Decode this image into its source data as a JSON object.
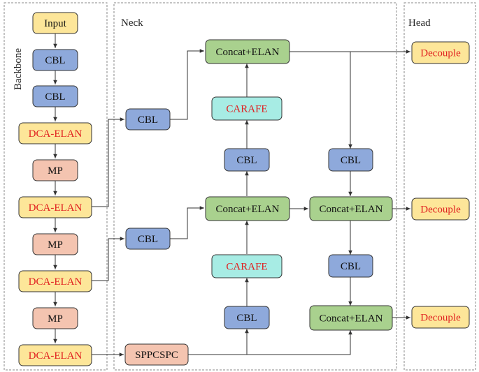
{
  "sections": {
    "backbone": "Backbone",
    "neck": "Neck",
    "head": "Head"
  },
  "colors": {
    "yellow": "#fde699",
    "blue": "#8ea9db",
    "salmon": "#f4c4b0",
    "green": "#a9d18e",
    "cyan": "#a7ece4",
    "red_text": "#e02020",
    "black_text": "#111111",
    "stroke": "#333333"
  },
  "nodes": {
    "input": "Input",
    "bb_cbl1": "CBL",
    "bb_cbl2": "CBL",
    "bb_dca1": "DCA-ELAN",
    "bb_mp1": "MP",
    "bb_dca2": "DCA-ELAN",
    "bb_mp2": "MP",
    "bb_dca3": "DCA-ELAN",
    "bb_mp3": "MP",
    "bb_dca4": "DCA-ELAN",
    "nk_cbl_a": "CBL",
    "nk_cbl_b": "CBL",
    "sppcspc": "SPPCSPC",
    "concat_top": "Concat+ELAN",
    "carafe_top": "CARAFE",
    "cbl_mid_up": "CBL",
    "concat_mid": "Concat+ELAN",
    "carafe_bot": "CARAFE",
    "cbl_low_up": "CBL",
    "cbl_right_top": "CBL",
    "concat_right_mid": "Concat+ELAN",
    "cbl_right_low": "CBL",
    "concat_right_bot": "Concat+ELAN",
    "decouple1": "Decouple",
    "decouple2": "Decouple",
    "decouple3": "Decouple"
  }
}
